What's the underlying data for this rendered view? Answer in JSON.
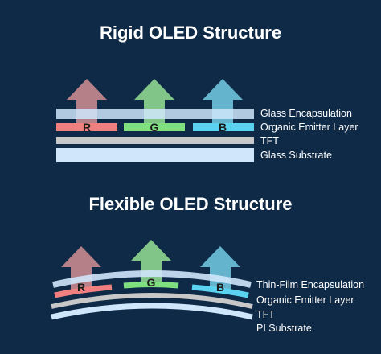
{
  "rigid": {
    "title": "Rigid OLED Structure",
    "pixels": [
      "R",
      "G",
      "B"
    ],
    "layers": [
      "Glass Encapsulation",
      "Organic Emitter Layer",
      "TFT",
      "Glass Substrate"
    ]
  },
  "flexible": {
    "title": "Flexible OLED Structure",
    "pixels": [
      "R",
      "G",
      "B"
    ],
    "layers": [
      "Thin-Film Encapsulation",
      "Organic Emitter Layer",
      "TFT",
      "PI Substrate"
    ]
  },
  "colors": {
    "background": "#0f2a47",
    "red": "#f08080",
    "green": "#7ee07e",
    "blue": "#5bd3f0",
    "encapsulation": "#cfe6fb",
    "tft": "#c8c8c8",
    "substrate": "#cfe6fb",
    "arrow_red": "#c98a90",
    "arrow_green": "#8fd68f",
    "arrow_blue": "#6fc3dc"
  }
}
